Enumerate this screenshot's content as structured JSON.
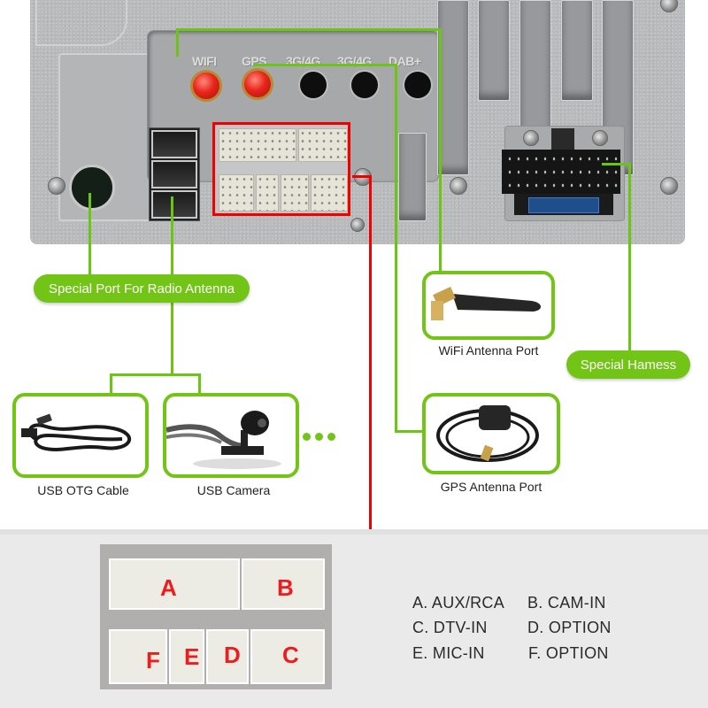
{
  "colors": {
    "accent_green": "#72c416",
    "wire_green": "#6cc414",
    "wire_red": "#f10000",
    "pin_letter_red": "#ee1c1c",
    "panel_bg": "#ebeaea"
  },
  "chassis": {
    "antenna_port_labels": [
      "WIFI",
      "GPS",
      "3G/4G",
      "3G/4G",
      "DAB+"
    ],
    "antenna_ports": [
      {
        "label": "WIFI",
        "type": "sma-connector"
      },
      {
        "label": "GPS",
        "type": "sma-connector"
      },
      {
        "label": "3G/4G",
        "type": "empty-hole"
      },
      {
        "label": "3G/4G",
        "type": "empty-hole"
      },
      {
        "label": "DAB+",
        "type": "empty-hole"
      }
    ],
    "usb_ports_count": 3
  },
  "callouts": {
    "radio_antenna": "Special Port For Radio Antenna",
    "harness": "Special Hamess"
  },
  "accessories": [
    {
      "name": "usb-otg-cable",
      "caption": "USB OTG Cable",
      "icon": "usb-cable-icon"
    },
    {
      "name": "usb-camera",
      "caption": "USB Camera",
      "icon": "camera-icon"
    },
    {
      "name": "wifi-antenna",
      "caption": "WiFi Antenna Port",
      "icon": "antenna-icon"
    },
    {
      "name": "gps-antenna",
      "caption": "GPS Antenna Port",
      "icon": "gps-puck-icon"
    }
  ],
  "more_indicator": "...",
  "pin_letters": [
    "A",
    "B",
    "F",
    "E",
    "D",
    "C"
  ],
  "legend": [
    {
      "text": "A. AUX/RCA"
    },
    {
      "text": "B. CAM-IN"
    },
    {
      "text": "C. DTV-IN"
    },
    {
      "text": "D. OPTION"
    },
    {
      "text": "E. MIC-IN"
    },
    {
      "text": "F. OPTION"
    }
  ]
}
